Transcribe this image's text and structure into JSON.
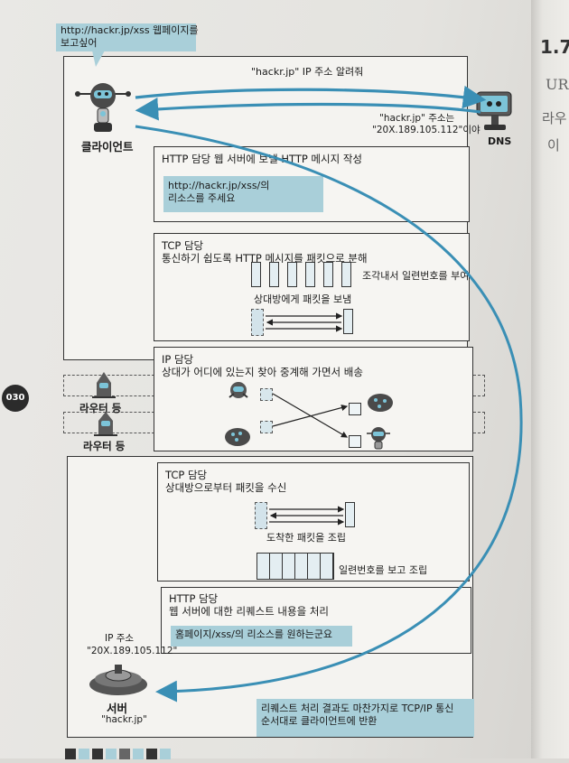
{
  "page_number": "030",
  "right_page": {
    "heading": "1.7",
    "fragments": [
      "UR",
      "라우",
      "이"
    ]
  },
  "top_bubble": {
    "line1": "http://hackr.jp/xss 웹페이지를",
    "line2": "보고싶어"
  },
  "client": {
    "label": "클라이언트"
  },
  "dns": {
    "label": "DNS",
    "request": "\"hackr.jp\" IP 주소 알려줘",
    "reply_line1": "\"hackr.jp\" 주소는",
    "reply_line2": "\"20X.189.105.112\"이야"
  },
  "http_send": {
    "title": "HTTP 담당 웹 서버에 보낼 HTTP 메시지 작성",
    "msg_line1": "http://hackr.jp/xss/의",
    "msg_line2": "리소스를 주세요"
  },
  "tcp_send": {
    "title": "TCP 담당",
    "desc": "통신하기 쉽도록 HTTP 메시지를 패킷으로 분해",
    "note_split": "조각내서 일련번호를 부여",
    "note_send": "상대방에게 패킷을 보냄"
  },
  "ip_layer": {
    "title": "IP 담당",
    "desc": "상대가 어디에 있는지 찾아 중계해 가면서 배송"
  },
  "routers": {
    "label1": "라우터 등",
    "label2": "라우터 등"
  },
  "tcp_recv": {
    "title": "TCP 담당",
    "desc": "상대방으로부터 패킷을 수신",
    "note_assemble": "도착한 패킷을 조립",
    "note_order": "일련번호를 보고 조립"
  },
  "http_recv": {
    "title": "HTTP 담당",
    "desc": "웹 서버에 대한 리퀘스트 내용을 처리",
    "msg": "홈페이지/xss/의 리소스를 원하는군요"
  },
  "server": {
    "ip_label": "IP 주소",
    "ip_value": "\"20X.189.105.112\"",
    "label": "서버",
    "host": "\"hackr.jp\""
  },
  "footer_bubble": {
    "line1": "리퀘스트 처리 결과도 마찬가지로 TCP/IP 통신",
    "line2": "순서대로 클라이언트에 반환"
  },
  "colors": {
    "accent_blue": "#3a8fb5",
    "bubble_blue": "#a9cfd9",
    "frame": "#333333"
  },
  "icons": [
    "robot-icon",
    "dns-server-icon",
    "router-icon",
    "server-icon",
    "bug-icon"
  ]
}
